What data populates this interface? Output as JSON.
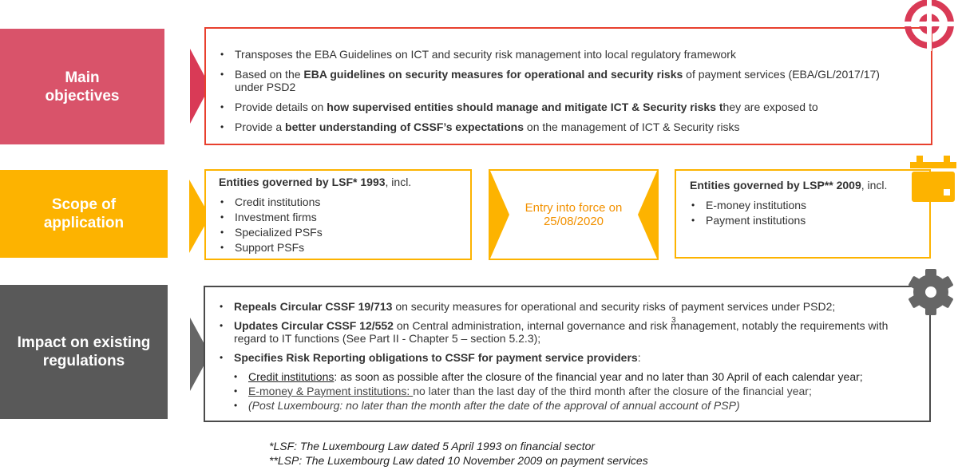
{
  "colors": {
    "objectives_fill": "#D9536A",
    "objectives_arrow": "#D93A56",
    "objectives_border": "#E8402E",
    "scope_fill": "#FDB300",
    "scope_text_orange": "#F29100",
    "impact_fill": "#595959",
    "impact_border": "#4A4A4A"
  },
  "rows": {
    "objectives": {
      "label_line1": "Main",
      "label_line2": "objectives",
      "icon": "target-icon",
      "bullets": [
        {
          "pre": "Transposes the EBA Guidelines on ICT and security risk management into local regulatory framework",
          "bold": "",
          "post": ""
        },
        {
          "pre": "Based on the ",
          "bold": "EBA guidelines on security measures for operational and security risks",
          "post": " of payment services (EBA/GL/2017/17) under PSD2"
        },
        {
          "pre": "Provide details on ",
          "bold": "how supervised entities should manage and mitigate ICT & Security risks t",
          "post": "hey are exposed to"
        },
        {
          "pre": "Provide a ",
          "bold": "better understanding of CSSF’s expectations",
          "post": " on the management of ICT & Security risks"
        }
      ]
    },
    "scope": {
      "label_line1": "Scope of",
      "label_line2": "application",
      "icon": "calendar-icon",
      "lsf": {
        "heading_bold": "Entities governed by LSF* 1993",
        "heading_post": ", incl.",
        "items": [
          "Credit institutions",
          "Investment firms",
          "Specialized PSFs",
          "Support PSFs"
        ]
      },
      "entry": {
        "line1": "Entry into force on",
        "line2": "25/08/2020"
      },
      "lsp": {
        "heading_bold": "Entities governed by LSP** 2009",
        "heading_post": ", incl.",
        "items": [
          "E-money institutions",
          "Payment institutions"
        ]
      }
    },
    "impact": {
      "label_line1": "Impact on existing",
      "label_line2": "regulations",
      "icon": "gear-icon",
      "bullets": [
        {
          "bold": "Repeals Circular CSSF 19/713",
          "post": " on security measures for operational and security risks of payment services under PSD2;"
        },
        {
          "bold": "Updates Circular CSSF 12/552",
          "post": " on Central administration, internal governance and risk management, notably the requirements with regard to IT functions (See Part II - Chapter 5 – section 5.2.3);"
        },
        {
          "bold": "Specifies Risk Reporting obligations to CSSF for payment service providers",
          "post": ":"
        }
      ],
      "sub_bullets": [
        {
          "underline": "Credit institutions",
          "post": ": as soon as possible after the closure of the financial year and no later than 30 April of each calendar year;"
        },
        {
          "underline": "E-money & Payment institutions: ",
          "post": "no later than the last day of the third month after the closure of the financial year;"
        },
        {
          "italic": "(Post Luxembourg: no later than the month after the date of the approval of annual account of PSP)"
        }
      ],
      "stray_mark": "3"
    }
  },
  "footnotes": [
    "*LSF: The Luxembourg Law dated 5 April 1993 on financial sector",
    "**LSP: The Luxembourg Law dated 10 November 2009 on payment services"
  ]
}
